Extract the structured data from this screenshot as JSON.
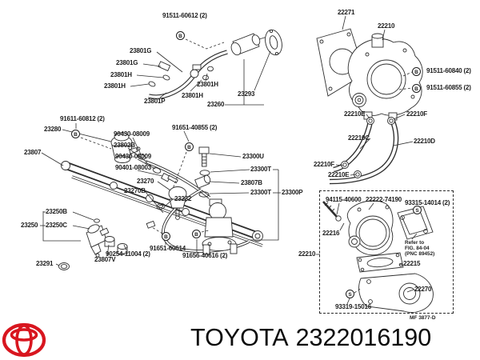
{
  "footer": {
    "brand": "TOYOTA",
    "part_number": "2322016190"
  },
  "colors": {
    "logo_red": "#d8161f",
    "line_ink": "#2e2e2e"
  },
  "diagram": {
    "sheet_code": "MF 3877-D",
    "markers": {
      "b": "B",
      "s": "S"
    },
    "refer_note": {
      "line1": "Refer to",
      "line2": "FIG. 84-04",
      "line3": "(PNC 89452)"
    },
    "labels": {
      "l01": "91511-60612 (2)",
      "l02": "23801G",
      "l03": "23801G",
      "l04": "23801H",
      "l05": "23801H",
      "l06": "23801P",
      "l07": "23801H",
      "l08": "23801H",
      "l09": "23260",
      "l10": "23293",
      "l11": "22271",
      "l12": "22210",
      "l13": "91511-60840 (2)",
      "l14": "91511-60855 (2)",
      "l15": "22210E",
      "l16": "22210F",
      "l17": "22210C",
      "l18": "22210D",
      "l19": "22210F",
      "l20": "22210E",
      "l21": "91611-60812 (2)",
      "l22": "23280",
      "l23": "23807",
      "l24": "90430-08009",
      "l25": "23802B",
      "l26": "90430-08009",
      "l27": "90401-08003",
      "l28": "91651-40855 (2)",
      "l29": "23300U",
      "l30": "23300T",
      "l31": "23807B",
      "l32": "23300T",
      "l33": "23300P",
      "l34": "23270",
      "l35": "23270B",
      "l36": "23232",
      "l37": "23250B",
      "l38": "23250",
      "l39": "23250C",
      "l40": "23291",
      "l41": "90254-11004 (2)",
      "l42": "23807V",
      "l43": "91651-60614",
      "l44": "91656-40616 (2)",
      "l45": "94115-40600",
      "l46": "22222-74190",
      "l47": "93315-14014 (2)",
      "l48": "22216",
      "l50": "22215",
      "l51": "22270",
      "l52": "93319-15016",
      "l53": "22210"
    }
  }
}
